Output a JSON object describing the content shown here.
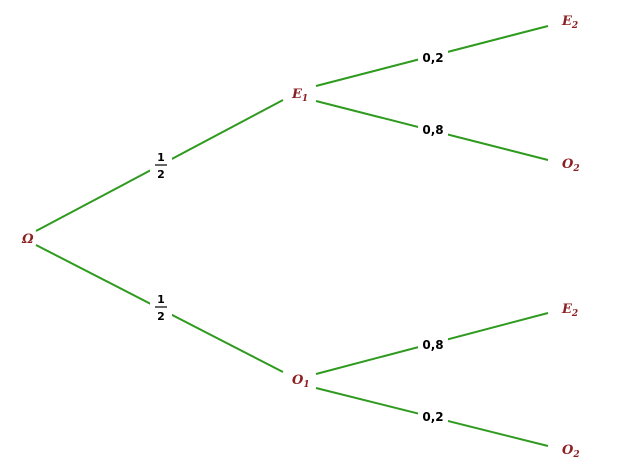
{
  "tree": {
    "root": "Ω",
    "nodes": {
      "E1": {
        "base": "E",
        "sub": "1"
      },
      "O1": {
        "base": "O",
        "sub": "1"
      },
      "E1_E2": {
        "base": "E",
        "sub": "2"
      },
      "E1_O2": {
        "base": "O",
        "sub": "2"
      },
      "O1_E2": {
        "base": "E",
        "sub": "2"
      },
      "O1_O2": {
        "base": "O",
        "sub": "2"
      }
    },
    "probabilities": {
      "root_E1": {
        "numerator": "1",
        "denominator": "2"
      },
      "root_O1": {
        "numerator": "1",
        "denominator": "2"
      },
      "E1_E2": "0,2",
      "E1_O2": "0,8",
      "O1_E2": "0,8",
      "O1_O2": "0,2"
    }
  },
  "colors": {
    "branch": "#2e9a1e",
    "node_label": "#8b1f22",
    "probability_label": "#000000"
  }
}
